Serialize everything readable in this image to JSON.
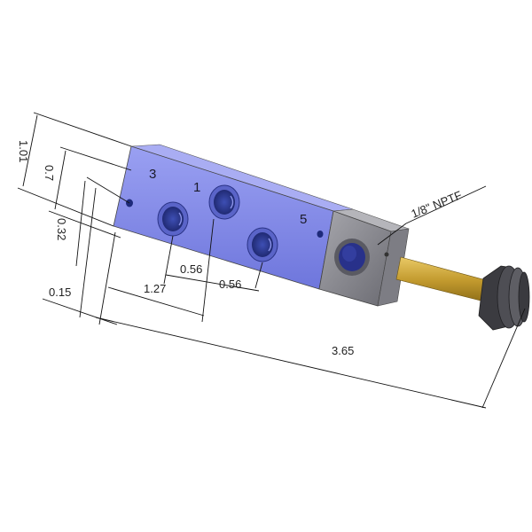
{
  "dimensions": {
    "height_overall": "1.01",
    "height_ports": "0.7",
    "height_lower": "0.32",
    "offset_left": "0.15",
    "port_spacing_first": "1.27",
    "port_pitch_a": "0.56",
    "port_pitch_b": "0.56",
    "length_overall": "3.65"
  },
  "port_labels": {
    "port_3": "3",
    "port_1": "1",
    "port_5": "5"
  },
  "callout": {
    "thread": "1/8\" NPTF"
  },
  "colors": {
    "body_blue": "#7f86e6",
    "body_top": "#9ea3f0",
    "end_cap": "#8f8f94",
    "stem": "#c9a23a",
    "knob": "#4a4a4f"
  }
}
